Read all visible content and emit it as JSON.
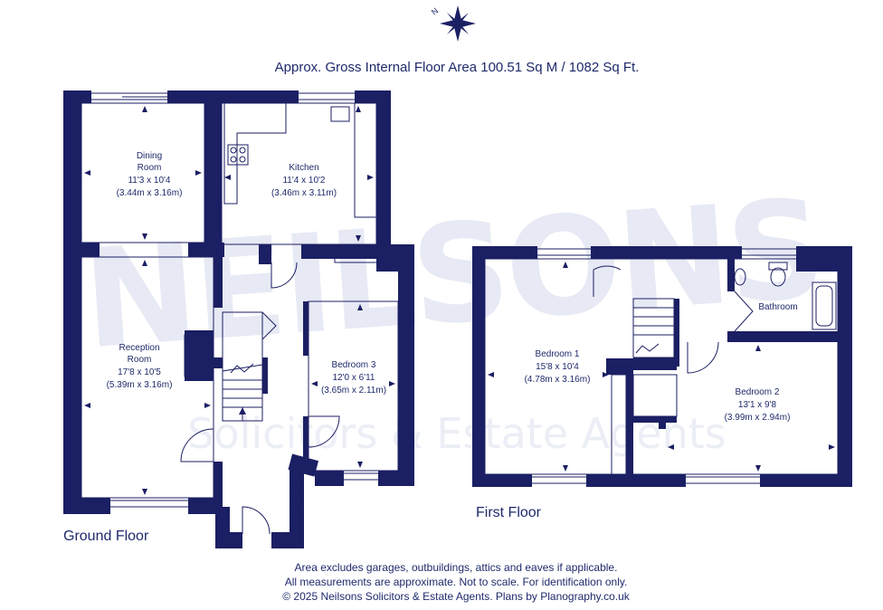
{
  "header": {
    "area_text": "Approx. Gross Internal Floor Area 100.51 Sq M / 1082 Sq Ft.",
    "compass_icon": "compass-icon"
  },
  "watermark": {
    "brand": "NEILSONS",
    "tagline": "Solicitors & Estate Agents"
  },
  "floors": {
    "ground": {
      "title": "Ground Floor",
      "rooms": {
        "dining": {
          "name_1": "Dining",
          "name_2": "Room",
          "size_imperial": "11'3 x 10'4",
          "size_metric": "(3.44m x 3.16m)"
        },
        "kitchen": {
          "name": "Kitchen",
          "size_imperial": "11'4 x 10'2",
          "size_metric": "(3.46m x 3.11m)"
        },
        "reception": {
          "name_1": "Reception",
          "name_2": "Room",
          "size_imperial": "17'8 x 10'5",
          "size_metric": "(5.39m x 3.16m)"
        },
        "bedroom3": {
          "name": "Bedroom 3",
          "size_imperial": "12'0 x 6'11",
          "size_metric": "(3.65m x 2.11m)"
        }
      }
    },
    "first": {
      "title": "First Floor",
      "rooms": {
        "bedroom1": {
          "name": "Bedroom 1",
          "size_imperial": "15'8 x 10'4",
          "size_metric": "(4.78m x 3.16m)"
        },
        "bedroom2": {
          "name": "Bedroom 2",
          "size_imperial": "13'1 x 9'8",
          "size_metric": "(3.99m x 2.94m)"
        },
        "bathroom": {
          "name": "Bathroom"
        }
      }
    }
  },
  "footer": {
    "line1": "Area excludes garages, outbuildings, attics and eaves if applicable.",
    "line2": "All measurements are approximate. Not to scale. For identification only.",
    "line3": "© 2025 Neilsons Solicitors & Estate Agents. Plans by Planography.co.uk"
  },
  "colors": {
    "wall": "#1b1f63",
    "text": "#1f2a6b",
    "watermark": "#e4e7f3"
  }
}
